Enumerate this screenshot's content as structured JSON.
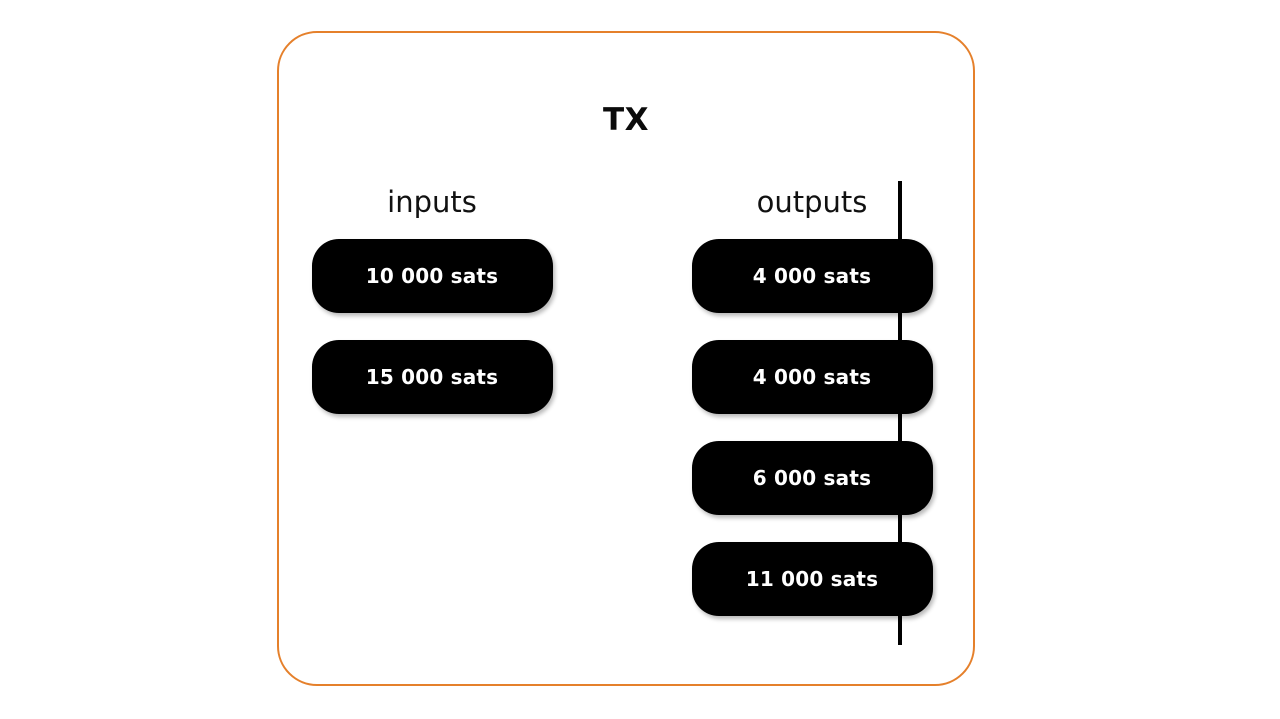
{
  "diagram": {
    "title": "TX",
    "frame_color": "#E5802B",
    "pill_color": "#000000",
    "pill_text_color": "#FFFFFF",
    "divider_color": "#000000"
  },
  "inputs": {
    "label": "inputs",
    "items": [
      {
        "value": "10 000 sats",
        "amount": 10000,
        "unit": "sats"
      },
      {
        "value": "15 000 sats",
        "amount": 15000,
        "unit": "sats"
      }
    ]
  },
  "outputs": {
    "label": "outputs",
    "items": [
      {
        "value": "4 000 sats",
        "amount": 4000,
        "unit": "sats"
      },
      {
        "value": "4 000 sats",
        "amount": 4000,
        "unit": "sats"
      },
      {
        "value": "6 000 sats",
        "amount": 6000,
        "unit": "sats"
      },
      {
        "value": "11 000 sats",
        "amount": 11000,
        "unit": "sats"
      }
    ]
  }
}
